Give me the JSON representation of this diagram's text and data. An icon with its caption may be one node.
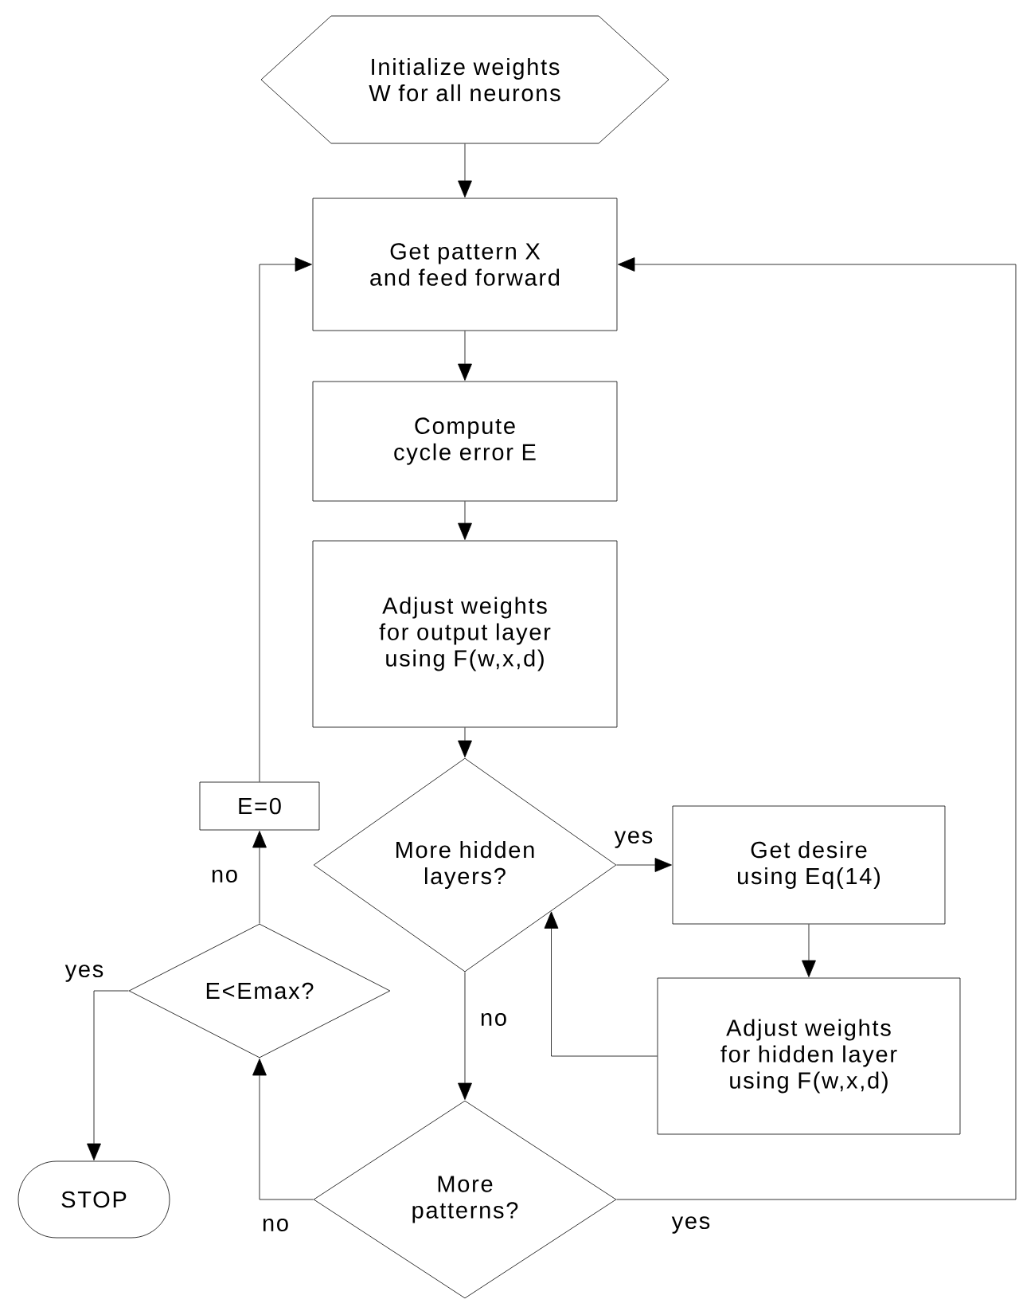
{
  "diagram": {
    "nodes": [
      {
        "text": [
          "Initialize weights W for all neurons"
        ]
      },
      {
        "text": [
          "Get pattern X and feed forward"
        ]
      },
      {
        "text": [
          "Compute cycle error E"
        ]
      },
      {
        "text": [
          "Adjust weights for output layer using F(w,x,d)"
        ]
      },
      {
        "text": [
          "More hidden layers?"
        ]
      },
      {
        "text": [
          "Get desire using Eq(14)"
        ]
      },
      {
        "text": [
          "Adjust weights for hidden layer using F(w,x,d)"
        ]
      },
      {
        "text": [
          "More patterns?"
        ]
      },
      {
        "text": [
          "E<Emax?"
        ]
      },
      {
        "text": [
          "E=0"
        ]
      },
      {
        "text": [
          "STOP"
        ]
      }
    ],
    "edges": [
      {
        "from": 0,
        "to": 1,
        "arrow": "to"
      },
      {
        "from": 1,
        "to": 2,
        "arrow": "to"
      },
      {
        "from": 2,
        "to": 3,
        "arrow": "to"
      },
      {
        "from": 3,
        "to": 4,
        "arrow": "to"
      },
      {
        "from": 4,
        "to": 5,
        "arrow": "to",
        "label": "yes"
      },
      {
        "from": 5,
        "to": 6,
        "arrow": "to"
      },
      {
        "from": 6,
        "to": 4,
        "arrow": "to"
      },
      {
        "from": 4,
        "to": 7,
        "arrow": "to",
        "label": "no"
      },
      {
        "from": 7,
        "to": 8,
        "arrow": "to",
        "label": "no"
      },
      {
        "from": 7,
        "to": 1,
        "arrow": "to",
        "label": "yes"
      },
      {
        "from": 8,
        "to": 9,
        "arrow": "to",
        "label": "no"
      },
      {
        "from": 8,
        "to": 10,
        "arrow": "to",
        "label": "yes"
      },
      {
        "from": 9,
        "to": 1,
        "arrow": "to"
      }
    ]
  }
}
